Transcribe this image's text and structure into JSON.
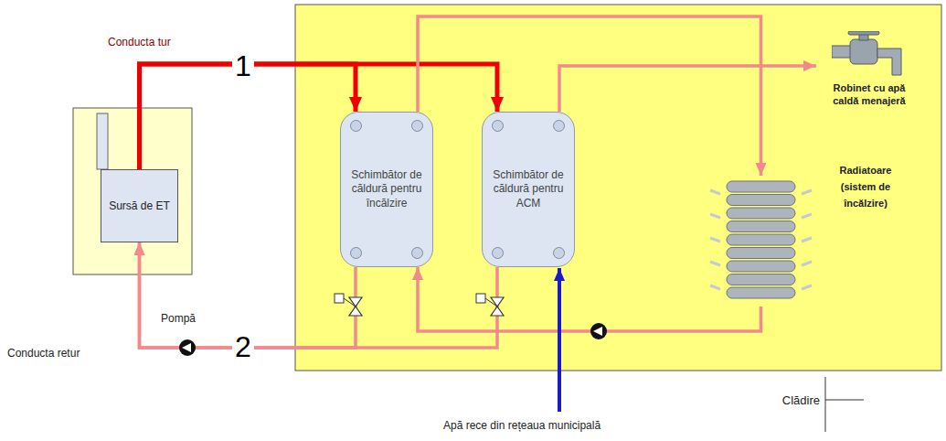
{
  "diagram": {
    "nodes": [
      {
        "text": [
          "Clădire"
        ]
      },
      {
        "text": [
          "Sursă de ET"
        ]
      },
      {
        "text": [
          "Schimbător de căldură pentru încălzire"
        ],
        "in": 0
      },
      {
        "text": [
          "Schimbător de căldură pentru ACM"
        ],
        "in": 0
      },
      {
        "text": [
          "Robinet cu apă caldă menajeră"
        ],
        "in": 0
      },
      {
        "text": [
          "Radiatoare (sistem de încălzire)"
        ],
        "in": 0
      }
    ],
    "edges": [
      {
        "from": 1,
        "to": 2,
        "arrow": "to"
      },
      {
        "from": 1,
        "to": 3,
        "arrow": "to"
      },
      {
        "from": 2,
        "to": 5,
        "arrow": "to"
      },
      {
        "from": 3,
        "to": 4,
        "arrow": "to"
      },
      {
        "from": 2,
        "to": 1,
        "arrow": "to"
      },
      {
        "from": 3,
        "to": 1,
        "arrow": "to"
      },
      {
        "from": 5,
        "to": 2,
        "arrow": "to"
      }
    ],
    "labels": [
      "Conducta tur",
      "1",
      "Conducta retur",
      "Pompă",
      "2",
      "Apă rece din rețeaua municipală"
    ]
  }
}
